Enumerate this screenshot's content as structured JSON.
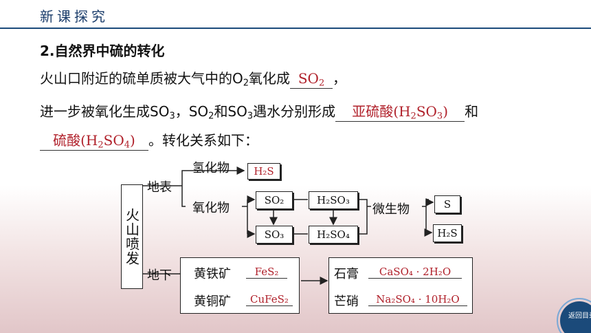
{
  "header": {
    "title": "新课探究"
  },
  "section": {
    "heading": "2.自然界中硫的转化"
  },
  "paragraph": {
    "l1_pre": "火山口附近的硫单质被大气中的O",
    "l1_o2sub": "2",
    "l1_post": "氧化成",
    "ans_so2": "SO",
    "ans_so2sub": "2",
    "l1_end": "，",
    "l2_pre": "进一步被氧化生成SO",
    "l2_so3sub": "3",
    "l2_mid1": "，SO",
    "l2_so2sub": "2",
    "l2_mid2": "和SO",
    "l2_so3sub2": "3",
    "l2_mid3": "遇水分别形成",
    "ans_h2so3": "亚硫酸(H",
    "ans_h2so3_sub1": "2",
    "ans_h2so3_mid": "SO",
    "ans_h2so3_sub2": "3",
    "ans_h2so3_end": ")",
    "l2_end": "和",
    "ans_h2so4": "硫酸(H",
    "ans_h2so4_sub1": "2",
    "ans_h2so4_mid": "SO",
    "ans_h2so4_sub2": "4",
    "ans_h2so4_end": ")",
    "l3_end": "。转化关系如下："
  },
  "diagram": {
    "source": "火山喷发",
    "surface": "地表",
    "underground": "地下",
    "hydride": "氢化物",
    "oxide": "氧化物",
    "h2s_ans": "H₂S",
    "so2": "SO₂",
    "so3": "SO₃",
    "h2so3": "H₂SO₃",
    "h2so4": "H₂SO₄",
    "microbe": "微生物",
    "s": "S",
    "h2s": "H₂S",
    "pyrite": "黄铁矿",
    "pyrite_ans": "FeS₂",
    "chalcopyrite": "黄铜矿",
    "chalcopyrite_ans": "CuFeS₂",
    "gypsum": "石膏",
    "gypsum_ans": "CaSO₄ · 2H₂O",
    "mirabilite": "芒硝",
    "mirabilite_ans": "Na₂SO₄ · 10H₂O"
  },
  "nav": {
    "back_label": "返回目录"
  },
  "colors": {
    "answer": "#b0202a",
    "header": "#1b3d6b",
    "rule": "#1b4a7a"
  }
}
